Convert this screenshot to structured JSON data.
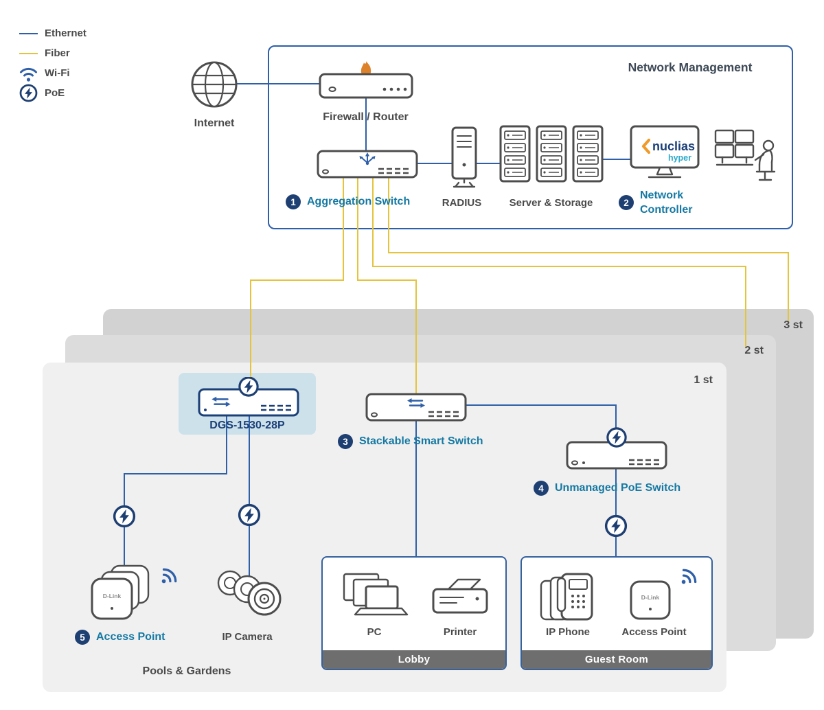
{
  "colors": {
    "ethernet_line": "#2E5FA8",
    "fiber_line": "#E4C43C",
    "teal_label": "#1579A3",
    "navy": "#1E3F72",
    "device_stroke": "#4D4D4D",
    "text": "#4A4A4A",
    "floor1_bg": "#F0F0F0",
    "floor2_bg": "#DCDCDC",
    "floor3_bg": "#D2D2D2",
    "room_header_bg": "#6E6E6E",
    "dgs_highlight_bg": "#CDE1EB",
    "flame": "#DD822B",
    "logo_orange": "#F09A2A",
    "logo_navy": "#1B3F77",
    "logo_cyan": "#2BA9CB"
  },
  "legend": {
    "items": [
      {
        "id": "ethernet",
        "label": "Ethernet"
      },
      {
        "id": "fiber",
        "label": "Fiber"
      },
      {
        "id": "wifi",
        "label": "Wi-Fi"
      },
      {
        "id": "poe",
        "label": "PoE"
      }
    ]
  },
  "management": {
    "title": "Network Management",
    "internet_label": "Internet",
    "firewall_label": "Firewall / Router",
    "aggregation_num": "1",
    "aggregation_label": "Aggregation Switch",
    "radius_label": "RADIUS",
    "server_label": "Server & Storage",
    "controller_num": "2",
    "controller_line1": "Network",
    "controller_line2": "Controller",
    "logo_text": "nuclias",
    "logo_sub": "hyper"
  },
  "floors": {
    "third": "3 st",
    "second": "2 st",
    "first": "1 st"
  },
  "floor1": {
    "dgs_label": "DGS-1530-28P",
    "stackable_num": "3",
    "stackable_label": "Stackable Smart Switch",
    "unmanaged_num": "4",
    "unmanaged_label": "Unmanaged PoE Switch",
    "ap_num": "5",
    "ap_label": "Access Point",
    "ap_brand": "D-Link",
    "camera_label": "IP Camera",
    "area_label": "Pools & Gardens"
  },
  "lobby": {
    "title": "Lobby",
    "pc_label": "PC",
    "printer_label": "Printer"
  },
  "guest_room": {
    "title": "Guest Room",
    "phone_label": "IP Phone",
    "ap_label": "Access Point",
    "ap_brand": "D-Link"
  }
}
